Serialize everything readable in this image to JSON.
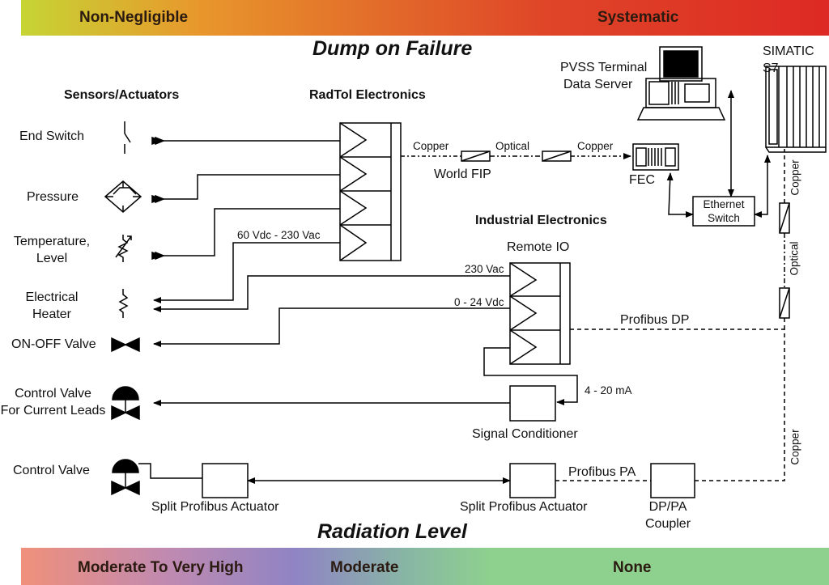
{
  "bands": {
    "top_left": "Non-Negligible",
    "top_right": "Systematic",
    "bottom_left": "Moderate To Very High",
    "bottom_mid": "Moderate",
    "bottom_right": "None"
  },
  "titles": {
    "dump": "Dump on Failure",
    "radiation": "Radiation Level"
  },
  "columns": {
    "sensors": "Sensors/Actuators",
    "radtol": "RadTol Electronics",
    "industrial": "Industrial Electronics"
  },
  "devices": {
    "end_switch": "End Switch",
    "pressure": "Pressure",
    "temperature": "Temperature,",
    "level": "Level",
    "electrical": "Electrical",
    "heater": "Heater",
    "onoff_valve": "ON-OFF Valve",
    "control_valve_cl_1": "Control Valve",
    "control_valve_cl_2": "For Current Leads",
    "control_valve": "Control Valve"
  },
  "components": {
    "pvss_1": "PVSS Terminal",
    "pvss_2": "Data Server",
    "simatic": "SIMATIC S7",
    "fec": "FEC",
    "ethernet_1": "Ethernet",
    "ethernet_2": "Switch",
    "world_fip": "World FIP",
    "remote_io": "Remote IO",
    "signal_conditioner": "Signal Conditioner",
    "split_actuator_left": "Split Profibus Actuator",
    "split_actuator_right": "Split Profibus Actuator",
    "dp_pa_1": "DP/PA",
    "dp_pa_2": "Coupler"
  },
  "links": {
    "copper_1": "Copper",
    "optical_1": "Optical",
    "copper_2": "Copper",
    "range_60_230": "60 Vdc - 230 Vac",
    "vac_230": "230 Vac",
    "vdc_0_24": "0 - 24 Vdc",
    "profibus_dp": "Profibus DP",
    "ma_4_20": "4 - 20 mA",
    "profibus_pa": "Profibus PA",
    "copper_v_top": "Copper",
    "optical_v": "Optical",
    "copper_v_bottom": "Copper"
  }
}
